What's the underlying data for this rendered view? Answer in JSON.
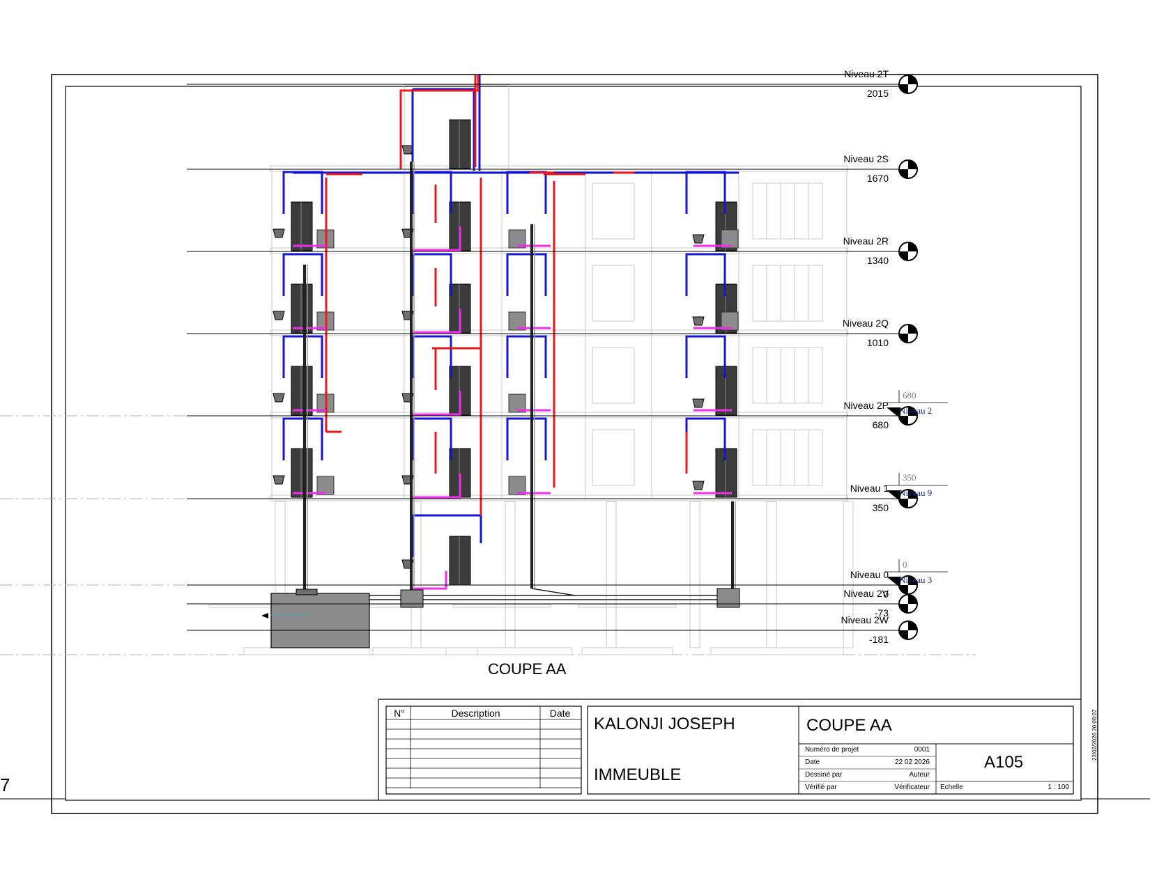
{
  "view_title": "COUPE AA",
  "left_edge_number": "7",
  "levels": [
    {
      "name": "Niveau 2T",
      "elevation": "2015"
    },
    {
      "name": "Niveau 2S",
      "elevation": "1670"
    },
    {
      "name": "Niveau 2R",
      "elevation": "1340"
    },
    {
      "name": "Niveau 2Q",
      "elevation": "1010"
    },
    {
      "name": "Niveau 2P",
      "elevation": "680"
    },
    {
      "name": "Niveau 1",
      "elevation": "350"
    },
    {
      "name": "Niveau 0",
      "elevation": "0"
    },
    {
      "name": "Niveau 2V",
      "elevation": "-73"
    },
    {
      "name": "Niveau 2W",
      "elevation": "-181"
    }
  ],
  "linked_levels": [
    {
      "name": "Niveau 2",
      "elevation": "680"
    },
    {
      "name": "Niveau 9",
      "elevation": "350"
    },
    {
      "name": "Niveau 3",
      "elevation": "0"
    }
  ],
  "revision_table": {
    "headers": [
      "N°",
      "Description",
      "Date"
    ]
  },
  "title_block": {
    "client": "KALONJI JOSEPH",
    "project": "IMMEUBLE",
    "sheet_name": "COUPE AA",
    "sheet_number": "A105",
    "fields": [
      {
        "label": "Numéro de projet",
        "value": "0001"
      },
      {
        "label": "Date",
        "value": "22 02 2026"
      },
      {
        "label": "Dessiné par",
        "value": "Auteur"
      },
      {
        "label": "Vérifié par",
        "value": "Vérificateur"
      }
    ],
    "scale_label": "Echelle",
    "scale_value": "1 : 100",
    "print_stamp": "22/02/2026 20:08:07"
  },
  "colors": {
    "hot_water": "#e8191c",
    "cold_water": "#1414d2",
    "waste": "#ee2ee8",
    "drain": "#222222",
    "structure": "#c8c8c8",
    "equipment": "#555555"
  }
}
